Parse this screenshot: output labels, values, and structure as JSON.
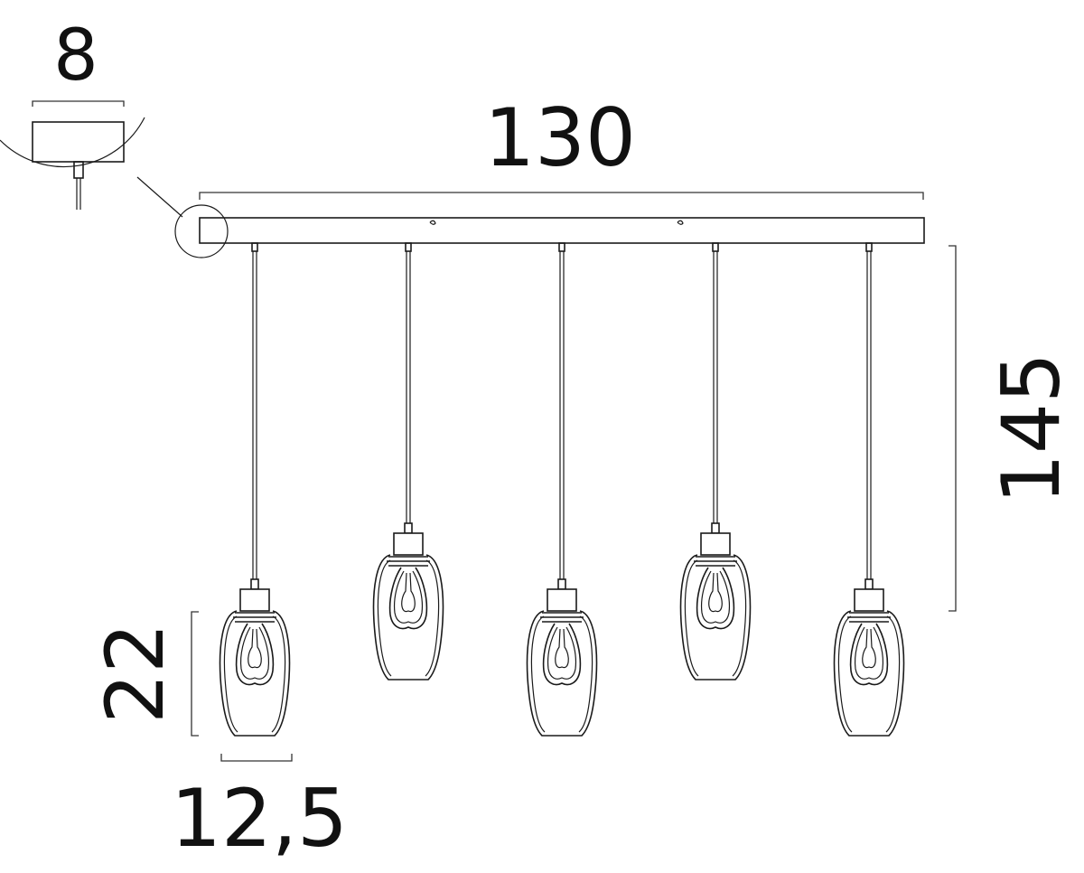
{
  "dimensions": {
    "canopy_depth": "8",
    "rail_length": "130",
    "total_height": "145",
    "shade_height": "22",
    "shade_width": "12,5"
  },
  "pendants": [
    {
      "level": "low"
    },
    {
      "level": "high"
    },
    {
      "level": "low"
    },
    {
      "level": "high"
    },
    {
      "level": "low"
    }
  ],
  "colors": {
    "line": "#1a1a1a",
    "background": "#ffffff"
  }
}
